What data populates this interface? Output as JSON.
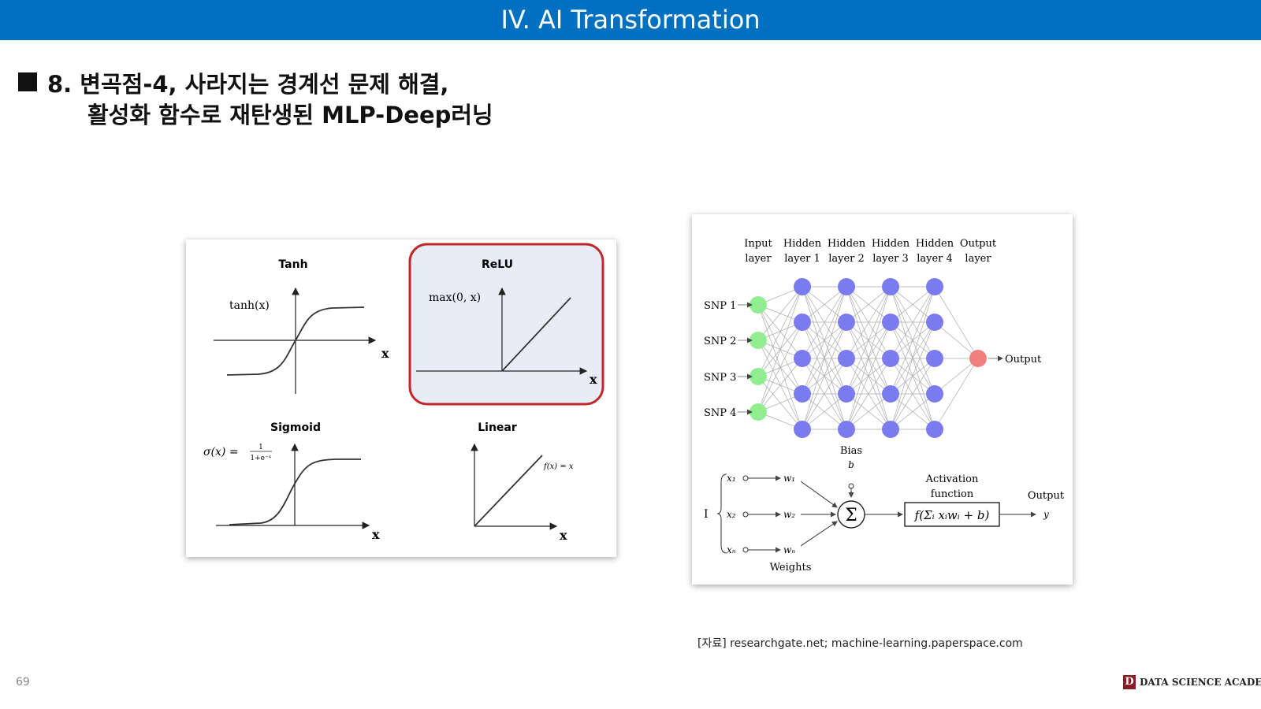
{
  "header": {
    "title": "IV. AI Transformation",
    "bg": "#0070c0"
  },
  "slide": {
    "title_line1": "8. 변곡점-4, 사라지는 경계선 문제 해결,",
    "title_line2": "활성화 함수로 재탄생된 MLP-Deep러닝",
    "source": "[자료] researchgate.net; machine-learning.paperspace.com",
    "page_number": "69",
    "brand": "DATA SCIENCE ACADEMY",
    "brand_mark": "D"
  },
  "activations": {
    "tanh": {
      "title": "Tanh",
      "formula": "tanh(x)",
      "axis": "x"
    },
    "relu": {
      "title": "ReLU",
      "formula": "max(0, x)",
      "axis": "x",
      "highlight": "#c0272d",
      "highlight_fill": "#e8ecf7"
    },
    "sigmoid": {
      "title": "Sigmoid",
      "formula": "σ(x) =",
      "frac_num": "1",
      "frac_den": "1+e⁻ˣ",
      "axis": "x"
    },
    "linear": {
      "title": "Linear",
      "formula": "f(x) = x",
      "axis": "x"
    }
  },
  "network": {
    "layer_labels": [
      [
        "Input",
        "layer"
      ],
      [
        "Hidden",
        "layer 1"
      ],
      [
        "Hidden",
        "layer 2"
      ],
      [
        "Hidden",
        "layer 3"
      ],
      [
        "Hidden",
        "layer 4"
      ],
      [
        "Output",
        "layer"
      ]
    ],
    "inputs": [
      "SNP 1",
      "SNP 2",
      "SNP 3",
      "SNP 4"
    ],
    "output": "Output",
    "colors": {
      "input": "#90ee90",
      "hidden": "#7b7bf0",
      "output": "#f08080"
    }
  },
  "perceptron": {
    "bias": "Bias",
    "bias_symbol": "b",
    "input_group": "I",
    "inputs": [
      "x₁",
      "x₂",
      "xₙ"
    ],
    "weights": [
      "w₁",
      "w₂",
      "wₙ"
    ],
    "weights_label": "Weights",
    "sum_symbol": "Σ",
    "activation_label": [
      "Activation",
      "function"
    ],
    "activation_formula": "f(Σᵢ xᵢwᵢ + b)",
    "output_label": "Output",
    "output_symbol": "y"
  }
}
